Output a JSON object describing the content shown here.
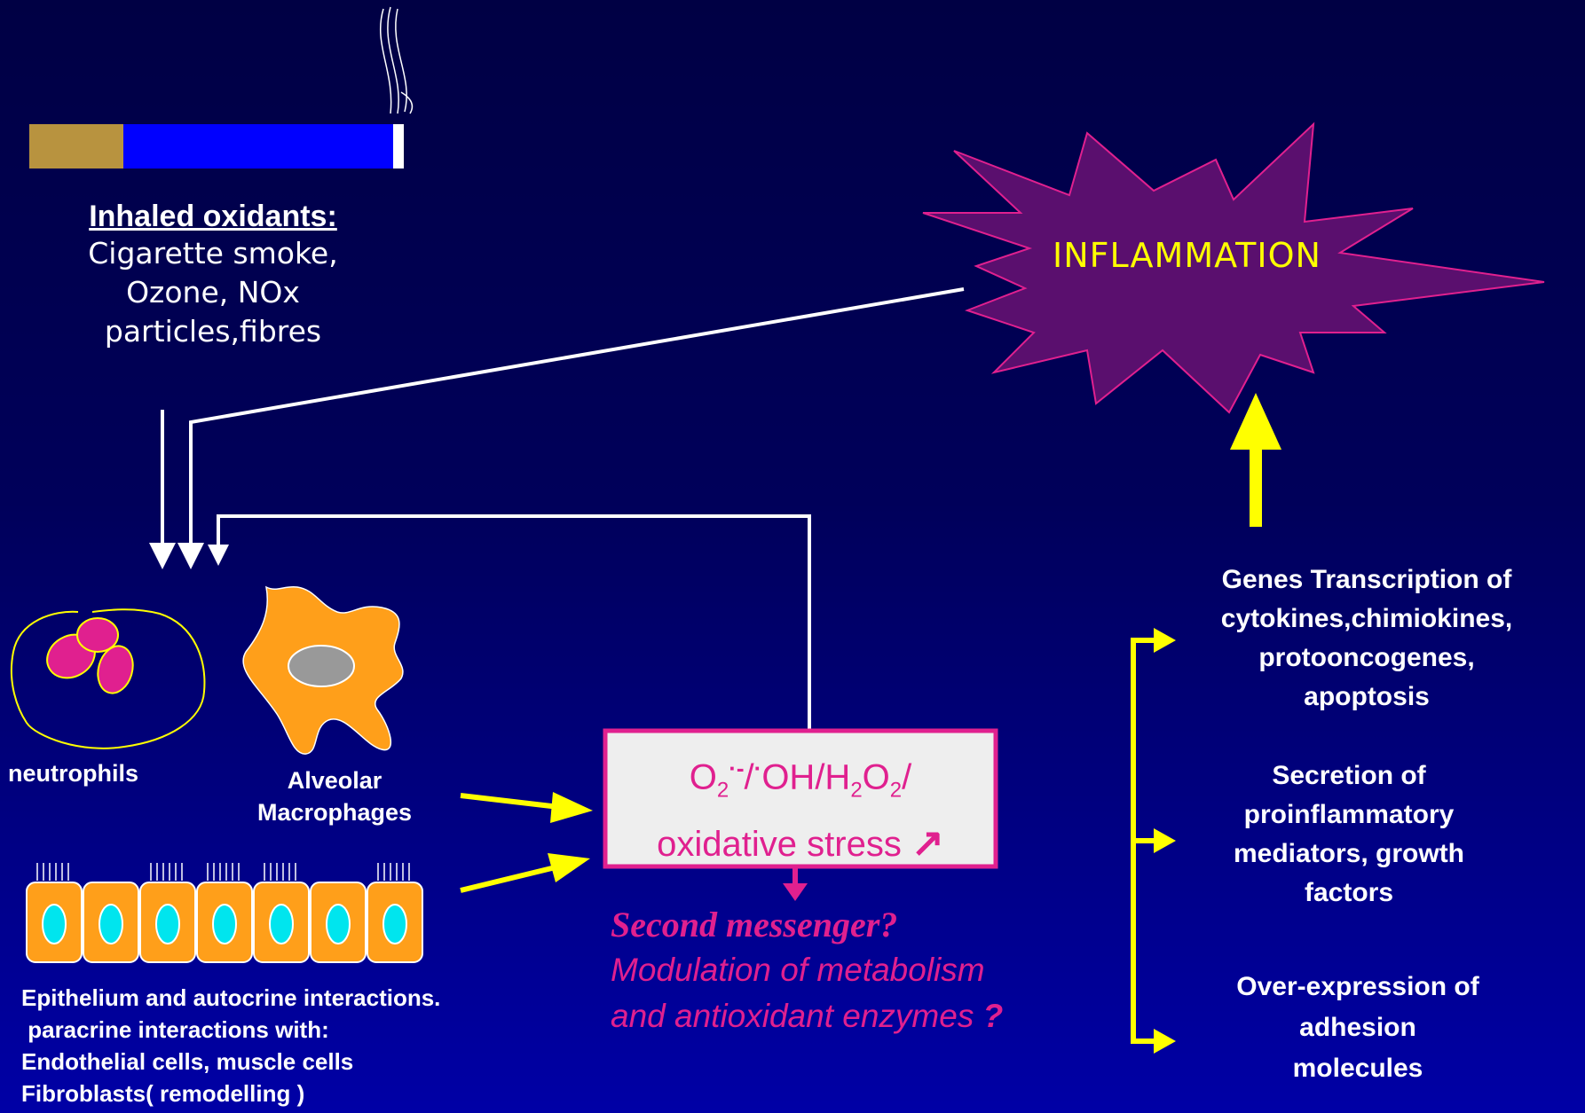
{
  "inhaled": {
    "heading": "Inhaled oxidants:",
    "lines": [
      "Cigarette smoke,",
      "Ozone, NOx",
      "particles,fibres"
    ]
  },
  "inflammation": {
    "label": "INFLAMMATION"
  },
  "cells": {
    "neutrophils": "neutrophils",
    "macrophages_line1": "Alveolar",
    "macrophages_line2": "Macrophages"
  },
  "epithelium": {
    "lines": [
      "Epithelium and autocrine interactions.",
      " paracrine interactions with:",
      "Endothelial cells, muscle cells",
      "Fibroblasts( remodelling )"
    ]
  },
  "stress_box": {
    "formula": {
      "o": "O",
      "sub2": "2",
      "sup_radical": "·-",
      "slash1": "/",
      "dot": "·",
      "oh": "OH/H",
      "sub2b": "2",
      "o2": "O",
      "sub2c": "2",
      "slash2": "/"
    },
    "line2": "oxidative stress",
    "increase_arrow": "↗"
  },
  "second_messenger": {
    "line1": "Second messenger?",
    "line2": "Modulation of metabolism",
    "line3": "and antioxidant enzymes",
    "qmark": "?"
  },
  "outcomes": [
    {
      "lines": [
        "Genes Transcription of",
        "cytokines,chimiokines,",
        "protooncogenes,",
        "apoptosis"
      ]
    },
    {
      "lines": [
        "Secretion of",
        "proinflammatory",
        "mediators, growth",
        "factors"
      ]
    },
    {
      "lines": [
        "Over-expression of",
        "adhesion",
        "molecules"
      ]
    }
  ],
  "colors": {
    "background_top": "#000044",
    "background_bottom": "#0000a6",
    "yellow": "#ffff00",
    "magenta": "#e0208f",
    "orange": "#ff9f1a",
    "inflammation_fill": "#5a0f6e",
    "cigarette_filter": "#b8933f",
    "cigarette_body": "#0000ff"
  }
}
